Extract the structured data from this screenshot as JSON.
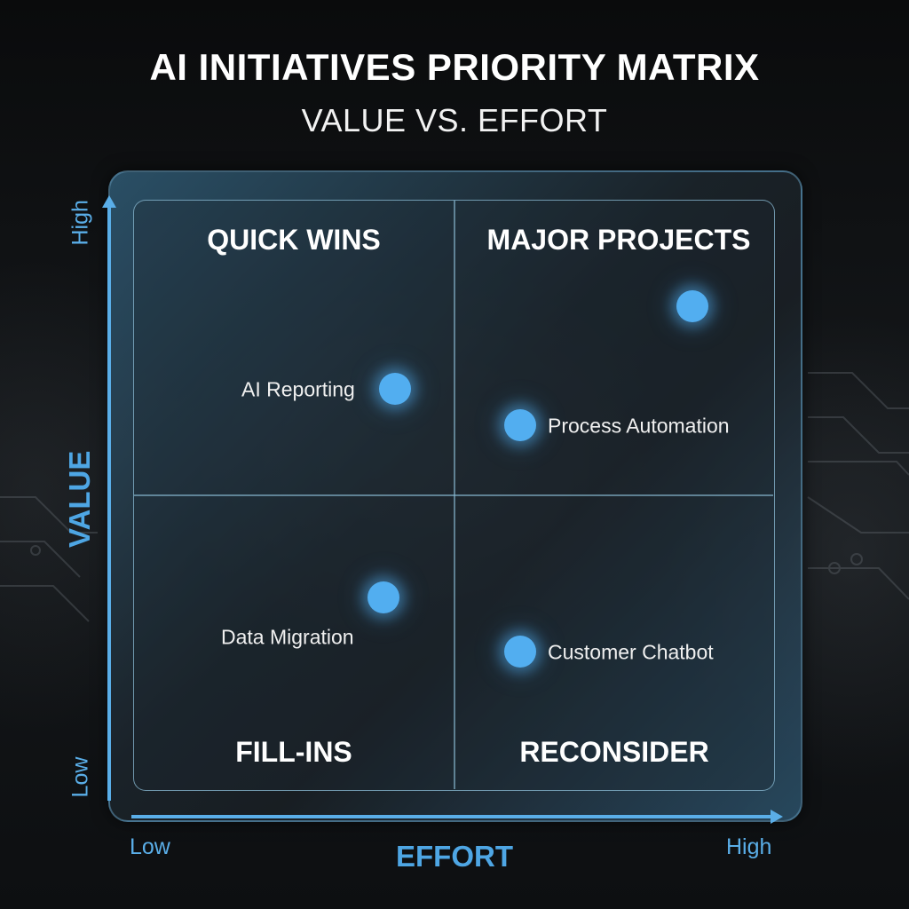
{
  "header": {
    "title": "AI INITIATIVES PRIORITY MATRIX",
    "subtitle": "VALUE VS. EFFORT"
  },
  "axes": {
    "x": {
      "title": "EFFORT",
      "low": "Low",
      "high": "High"
    },
    "y": {
      "title": "VALUE",
      "low": "Low",
      "high": "High"
    }
  },
  "quadrants": {
    "top_left": "QUICK WINS",
    "top_right": "MAJOR PROJECTS",
    "bottom_left": "FILL-INS",
    "bottom_right": "RECONSIDER"
  },
  "points": [
    {
      "label": "AI Reporting"
    },
    {
      "label": ""
    },
    {
      "label": "Process Automation"
    },
    {
      "label": "Data Migration"
    },
    {
      "label": "Customer Chatbot"
    }
  ],
  "colors": {
    "accent": "#52aef0",
    "axis": "#5aaee8",
    "text": "#ffffff",
    "background": "#0c0e10"
  },
  "chart_data": {
    "type": "scatter",
    "title": "AI INITIATIVES PRIORITY MATRIX",
    "subtitle": "VALUE VS. EFFORT",
    "xlabel": "EFFORT",
    "ylabel": "VALUE",
    "x_ticks": [
      "Low",
      "High"
    ],
    "y_ticks": [
      "Low",
      "High"
    ],
    "xlim": [
      0,
      100
    ],
    "ylim": [
      0,
      100
    ],
    "grid": false,
    "quadrants": [
      "QUICK WINS",
      "MAJOR PROJECTS",
      "FILL-INS",
      "RECONSIDER"
    ],
    "points": [
      {
        "label": "AI Reporting",
        "x": 41,
        "y": 68,
        "quadrant": "QUICK WINS"
      },
      {
        "label": "",
        "x": 87,
        "y": 82,
        "quadrant": "MAJOR PROJECTS"
      },
      {
        "label": "Process Automation",
        "x": 60,
        "y": 62,
        "quadrant": "MAJOR PROJECTS"
      },
      {
        "label": "Data Migration",
        "x": 39,
        "y": 33,
        "quadrant": "FILL-INS"
      },
      {
        "label": "Customer Chatbot",
        "x": 60,
        "y": 23,
        "quadrant": "RECONSIDER"
      }
    ]
  }
}
